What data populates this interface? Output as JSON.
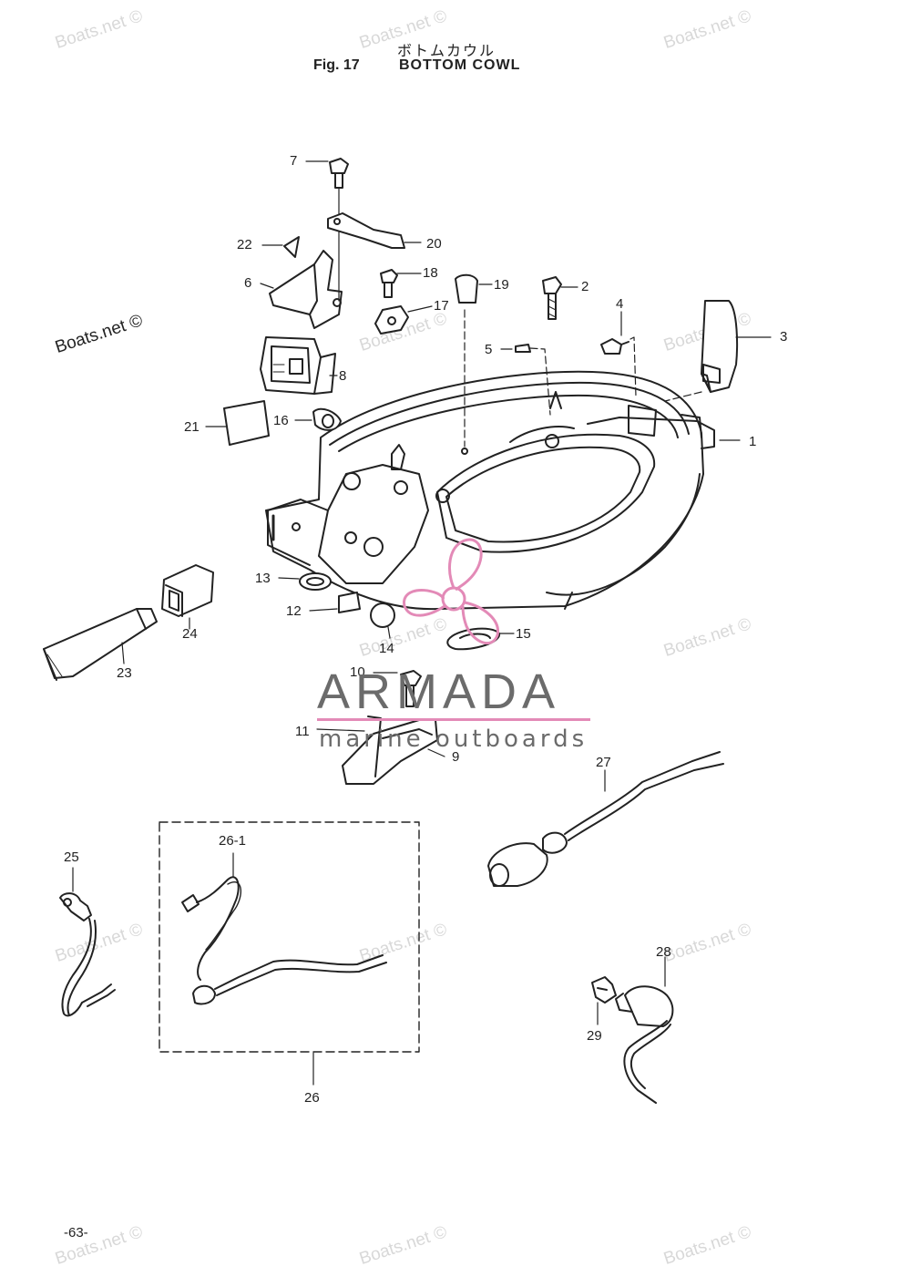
{
  "header": {
    "title_jp": "ボトムカウル",
    "fig_label": "Fig. 17",
    "title_en": "BOTTOM COWL"
  },
  "page_number": "-63-",
  "watermark_text": "Boats.net ©",
  "brand": {
    "name": "ARMADA",
    "tagline": "marine outboards",
    "accent_color": "#e38ab7",
    "text_color": "#6b6b6b"
  },
  "part_numbers": [
    "1",
    "2",
    "3",
    "4",
    "5",
    "6",
    "7",
    "8",
    "9",
    "10",
    "11",
    "12",
    "13",
    "14",
    "15",
    "16",
    "17",
    "18",
    "19",
    "20",
    "21",
    "22",
    "23",
    "24",
    "25",
    "26",
    "26-1",
    "27",
    "28",
    "29"
  ]
}
